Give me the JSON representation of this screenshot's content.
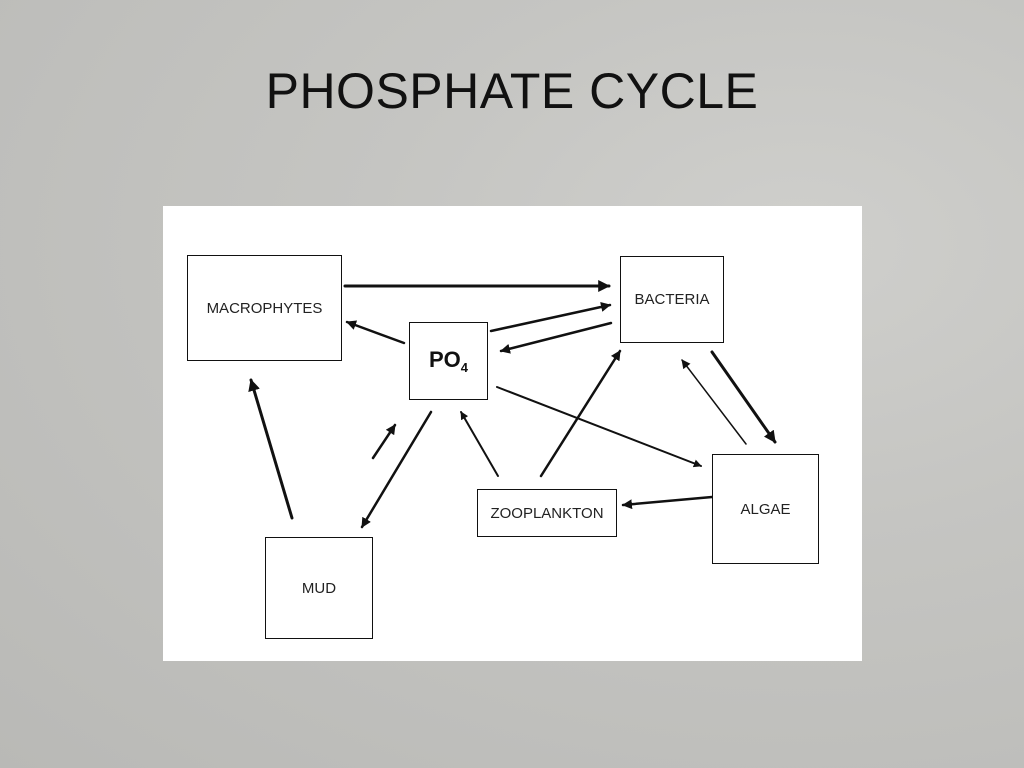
{
  "slide": {
    "title": "PHOSPHATE CYCLE"
  },
  "diagram": {
    "nodes": {
      "macrophytes": "MACROPHYTES",
      "bacteria": "BACTERIA",
      "po4": "PO",
      "po4_subscript": "4",
      "zooplankton": "ZOOPLANKTON",
      "algae": "ALGAE",
      "mud": "MUD"
    },
    "edges": [
      {
        "from": "MACROPHYTES",
        "to": "BACTERIA"
      },
      {
        "from": "PO4",
        "to": "MACROPHYTES"
      },
      {
        "from": "PO4",
        "to": "BACTERIA"
      },
      {
        "from": "BACTERIA",
        "to": "PO4"
      },
      {
        "from": "BACTERIA",
        "to": "ALGAE"
      },
      {
        "from": "ALGAE",
        "to": "BACTERIA"
      },
      {
        "from": "PO4",
        "to": "ALGAE"
      },
      {
        "from": "ALGAE",
        "to": "ZOOPLANKTON"
      },
      {
        "from": "ZOOPLANKTON",
        "to": "BACTERIA"
      },
      {
        "from": "ZOOPLANKTON",
        "to": "PO4"
      },
      {
        "from": "MUD",
        "to": "PO4"
      },
      {
        "from": "PO4",
        "to": "MUD"
      },
      {
        "from": "MUD",
        "to": "MACROPHYTES"
      }
    ]
  }
}
